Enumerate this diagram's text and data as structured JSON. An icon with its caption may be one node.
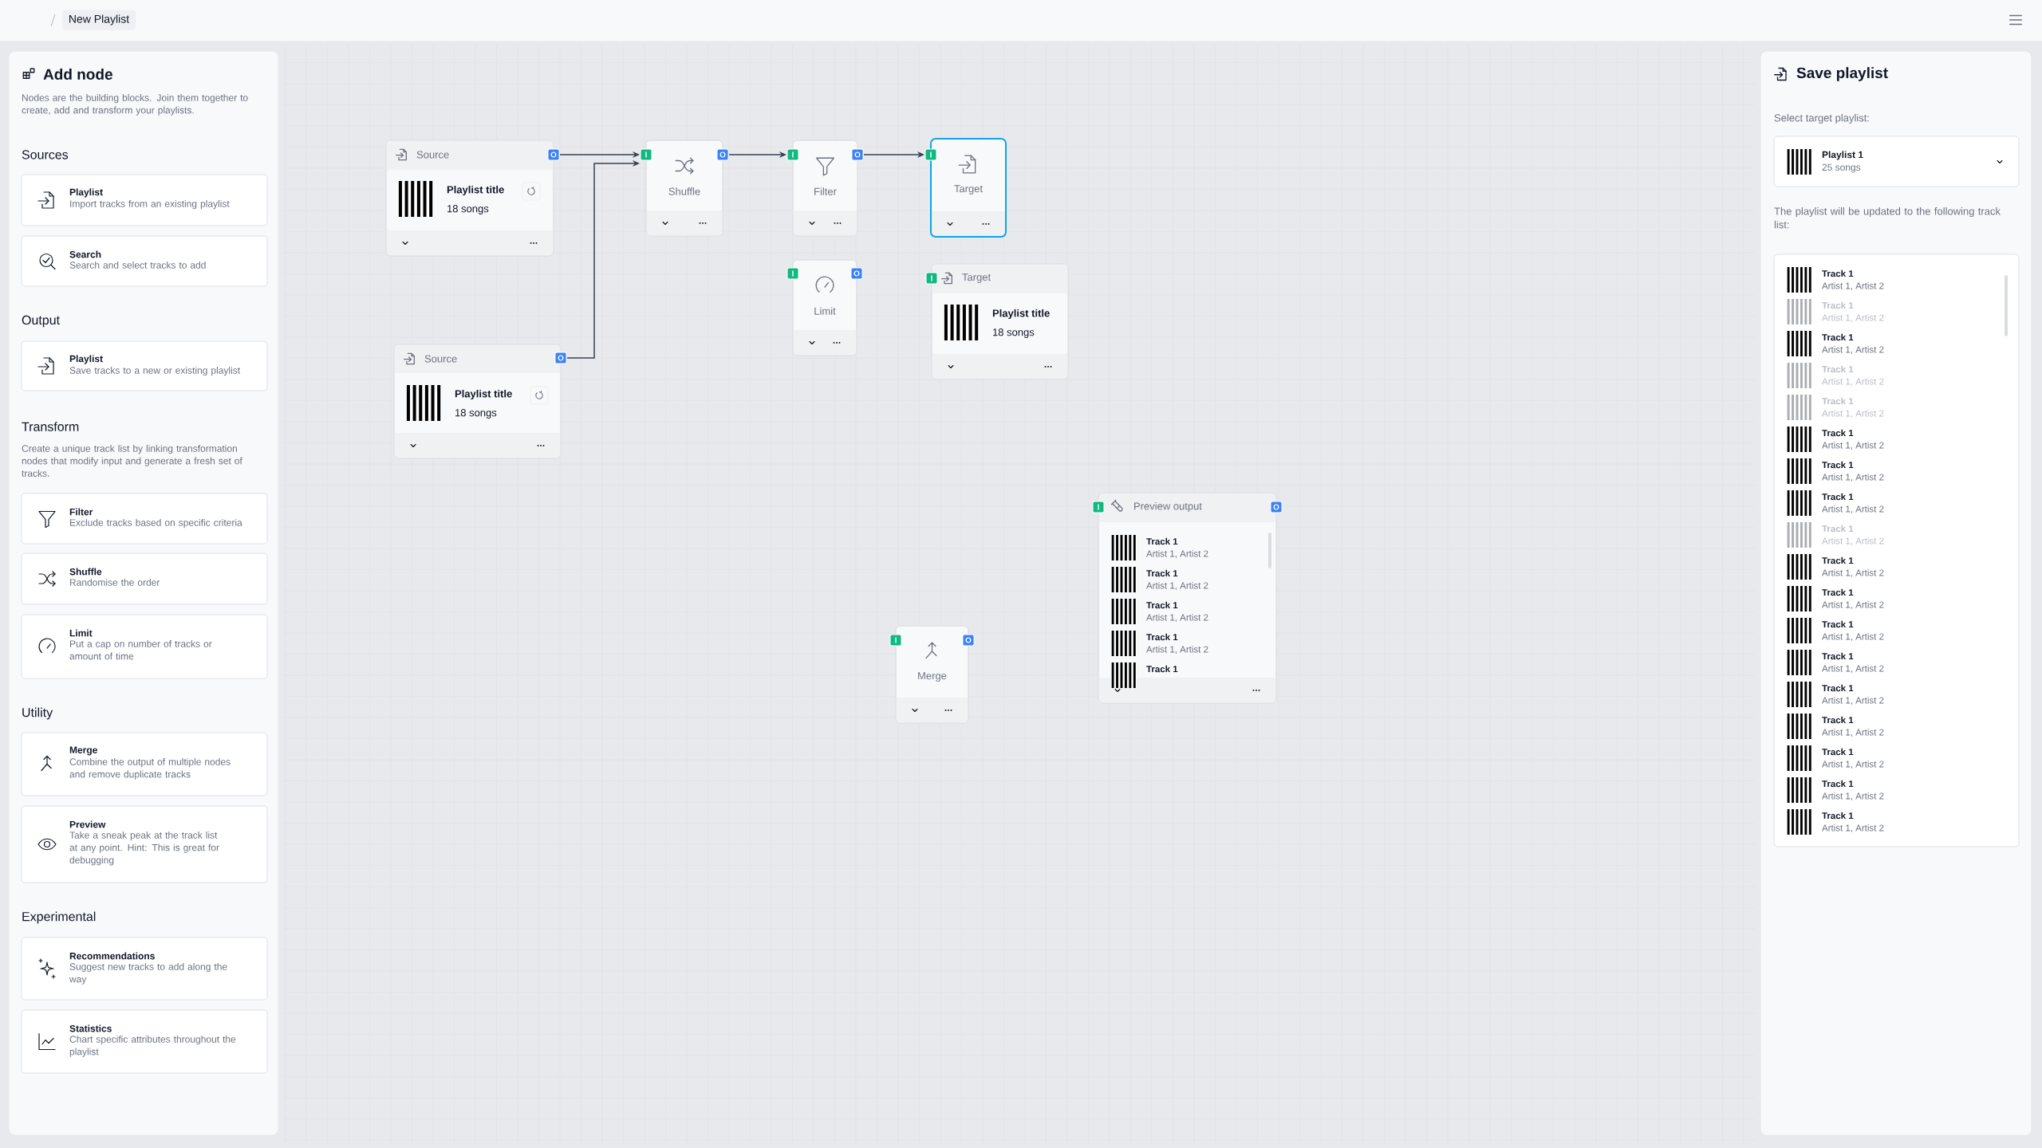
{
  "diagram": {
    "nodes": [
      {
        "text": [
          "Add node",
          "Nodes are the building blocks. Join them together to create, add and transform your playlists.",
          "Sources",
          "Output",
          "Transform",
          "Create a unique track list by linking transformation nodes that modify input and generate a fresh set of tracks.",
          "Utility",
          "Experimental"
        ]
      },
      {
        "text": [
          "Playlist",
          "Import tracks from an existing playlist"
        ],
        "in": 0
      },
      {
        "text": [
          "Search",
          "Search and select tracks to add"
        ],
        "in": 0
      },
      {
        "text": [
          "Playlist",
          "Save tracks to a new or existing playlist"
        ],
        "in": 0
      },
      {
        "text": [
          "Filter",
          "Exclude tracks based on specific criteria"
        ],
        "in": 0
      },
      {
        "text": [
          "Shuffle",
          "Randomise the order"
        ],
        "in": 0
      },
      {
        "text": [
          "Limit",
          "Put a cap on number of tracks or amount of time"
        ],
        "in": 0
      },
      {
        "text": [
          "Merge",
          "Combine the output of multiple nodes and remove duplicate tracks"
        ],
        "in": 0
      },
      {
        "text": [
          "Preview",
          "Take a sneak peak at the track list at any point. Hint: This is great for debugging"
        ],
        "in": 0
      },
      {
        "text": [
          "Recommendations",
          "Suggest new tracks to add along the way"
        ],
        "in": 0
      },
      {
        "text": [
          "Statistics",
          "Chart specific attributes throughout the playlist"
        ],
        "in": 0
      },
      {
        "text": [
          "Source",
          "Playlist title",
          "18 songs",
          "O"
        ]
      },
      {
        "text": [
          "Shuffle",
          "I",
          "O"
        ]
      },
      {
        "text": [
          "Filter",
          "I",
          "O"
        ]
      },
      {
        "text": [
          "Target",
          "I"
        ]
      },
      {
        "text": [
          "Limit",
          "I",
          "O"
        ]
      },
      {
        "text": [
          "Target",
          "Playlist title",
          "18 songs",
          "I"
        ]
      },
      {
        "text": [
          "Source",
          "Playlist title",
          "18 songs",
          "O"
        ]
      },
      {
        "text": [
          "Merge",
          "I",
          "O"
        ]
      },
      {
        "text": [
          "I",
          "Preview output",
          "Track 1",
          "Artist 1, Artist 2",
          "Track 1",
          "Artist 1, Artist 2",
          "Track 1",
          "Artist 1, Artist 2",
          "Track 1",
          "Artist 1, Artist 2",
          "Track 1",
          "O"
        ]
      },
      {
        "text": [
          "Save playlist",
          "Select target playlist:",
          "The playlist will be updated to the following track list:"
        ]
      },
      {
        "text": [
          "Playlist 1",
          "25 songs"
        ],
        "in": 20
      },
      {
        "text": [
          "Track 1",
          "Artist 1, Artist 2",
          "Track 1",
          "Artist 1, Artist 2",
          "Track 1",
          "Artist 1, Artist 2",
          "Track 1",
          "Artist 1, Artist 2",
          "Track 1",
          "Artist 1, Artist 2",
          "Track 1",
          "Artist 1, Artist 2",
          "Track 1",
          "Artist 1, Artist 2",
          "Track 1",
          "Artist 1, Artist 2",
          "Track 1",
          "Artist 1, Artist 2",
          "Track 1",
          "Artist 1, Artist 2",
          "Track 1",
          "Artist 1, Artist 2",
          "Track 1",
          "Artist 1, Artist 2",
          "Track 1",
          "Artist 1, Artist 2",
          "Track 1",
          "Artist 1, Artist 2",
          "Track 1",
          "Artist 1, Artist 2",
          "Track 1",
          "Artist 1, Artist 2",
          "Track 1",
          "Artist 1, Artist 2",
          "Track 1",
          "Artist 1, Artist 2"
        ],
        "in": 20
      }
    ],
    "edges": [
      {
        "from": 11,
        "to": 12,
        "arrow": "to"
      },
      {
        "from": 17,
        "to": 12,
        "arrow": "to"
      },
      {
        "from": 12,
        "to": 13,
        "arrow": "to"
      },
      {
        "from": 13,
        "to": 14,
        "arrow": "to"
      }
    ],
    "labels": [
      "New Playlist"
    ]
  }
}
